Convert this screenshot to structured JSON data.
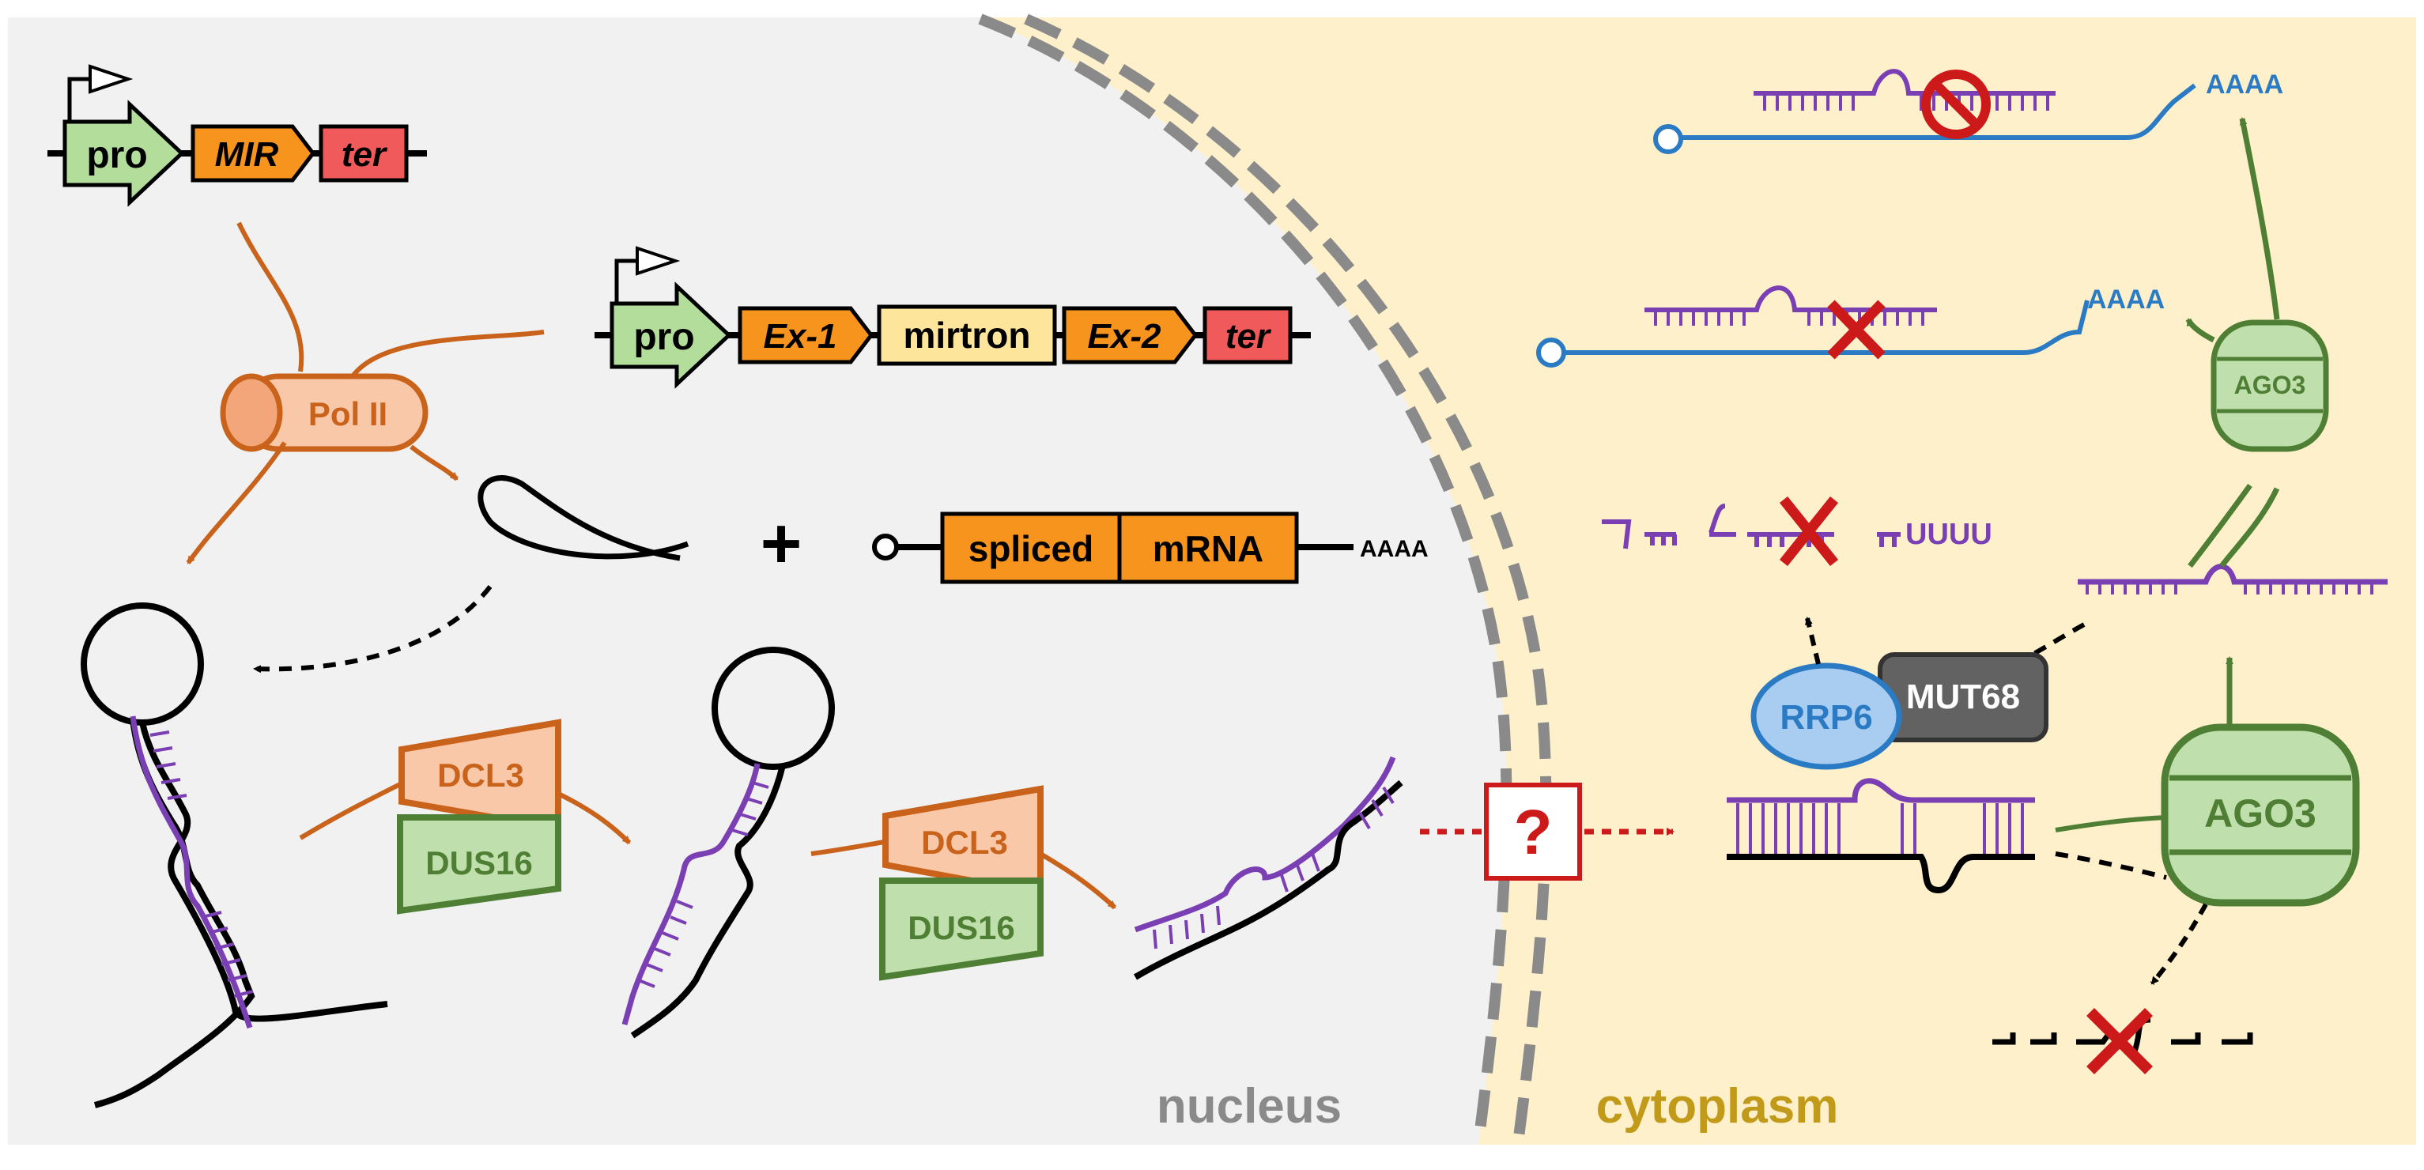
{
  "regions": {
    "nucleus": "nucleus",
    "cytoplasm": "cytoplasm"
  },
  "colors": {
    "nucleus_bg": "#f1f1f1",
    "cytoplasm_bg": "#fdf0ca",
    "membrane": "#8a8a8a",
    "pol_orange": "#c9621a",
    "dcl3_fill": "#f9c8a8",
    "green_fill": "#bfe0ac",
    "green_stroke": "#4f7f34",
    "orange_box": "#f7941d",
    "red_box": "#f15a5a",
    "promoter_fill": "#b3dd9b",
    "mirtron_fill": "#fde59b",
    "mirna_purple": "#7b3fb4",
    "mrna_blue": "#2b7bc4",
    "mut68_fill": "#626262",
    "rrp6_fill": "#a9cdf0",
    "block_red": "#cc1a1a",
    "cyto_label": "#c19a1a",
    "nucleus_label": "#8a8a8a"
  },
  "genes": {
    "mir": {
      "pro": "pro",
      "mir": "MIR",
      "ter": "ter"
    },
    "mirtron": {
      "pro": "pro",
      "ex1": "Ex-1",
      "mirtron": "mirtron",
      "ex2": "Ex-2",
      "ter": "ter"
    }
  },
  "enzymes": {
    "pol2": "Pol II",
    "dcl3": "DCL3",
    "dus16": "DUS16",
    "ago3": "AGO3",
    "rrp6": "RRP6",
    "mut68": "MUT68"
  },
  "mrna": {
    "left": "spliced",
    "right": "mRNA",
    "tail": "AAAA"
  },
  "plus": "+",
  "question": "?",
  "polyA": "AAAA",
  "uridylation": "UUUU"
}
